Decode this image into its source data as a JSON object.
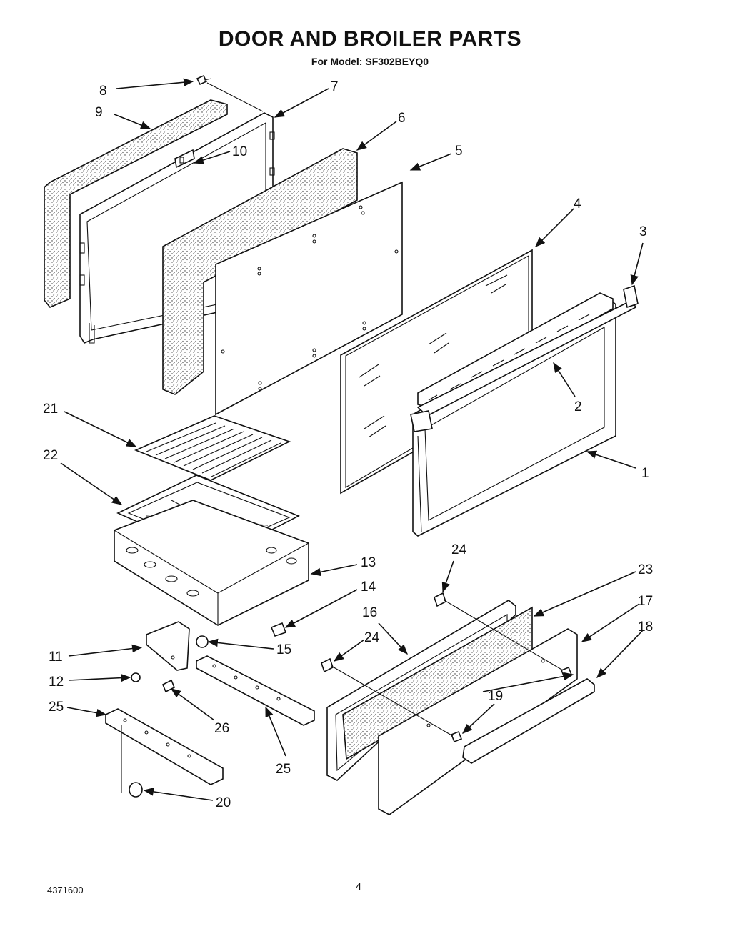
{
  "page": {
    "title": "DOOR AND BROILER PARTS",
    "subtitle": "For Model: SF302BEYQ0",
    "doc_number": "4371600",
    "page_number": "4"
  },
  "callouts": [
    {
      "id": "c8",
      "text": "8"
    },
    {
      "id": "c7",
      "text": "7"
    },
    {
      "id": "c9",
      "text": "9"
    },
    {
      "id": "c6",
      "text": "6"
    },
    {
      "id": "c10",
      "text": "10"
    },
    {
      "id": "c5",
      "text": "5"
    },
    {
      "id": "c4",
      "text": "4"
    },
    {
      "id": "c3",
      "text": "3"
    },
    {
      "id": "c2",
      "text": "2"
    },
    {
      "id": "c1",
      "text": "1"
    },
    {
      "id": "c21",
      "text": "21"
    },
    {
      "id": "c22",
      "text": "22"
    },
    {
      "id": "c13",
      "text": "13"
    },
    {
      "id": "c14",
      "text": "14"
    },
    {
      "id": "c15",
      "text": "15"
    },
    {
      "id": "c24a",
      "text": "24"
    },
    {
      "id": "c23",
      "text": "23"
    },
    {
      "id": "c16",
      "text": "16"
    },
    {
      "id": "c17",
      "text": "17"
    },
    {
      "id": "c24b",
      "text": "24"
    },
    {
      "id": "c18",
      "text": "18"
    },
    {
      "id": "c11",
      "text": "11"
    },
    {
      "id": "c12",
      "text": "12"
    },
    {
      "id": "c19",
      "text": "19"
    },
    {
      "id": "c26",
      "text": "26"
    },
    {
      "id": "c25a",
      "text": "25"
    },
    {
      "id": "c25b",
      "text": "25"
    },
    {
      "id": "c20",
      "text": "20"
    }
  ]
}
